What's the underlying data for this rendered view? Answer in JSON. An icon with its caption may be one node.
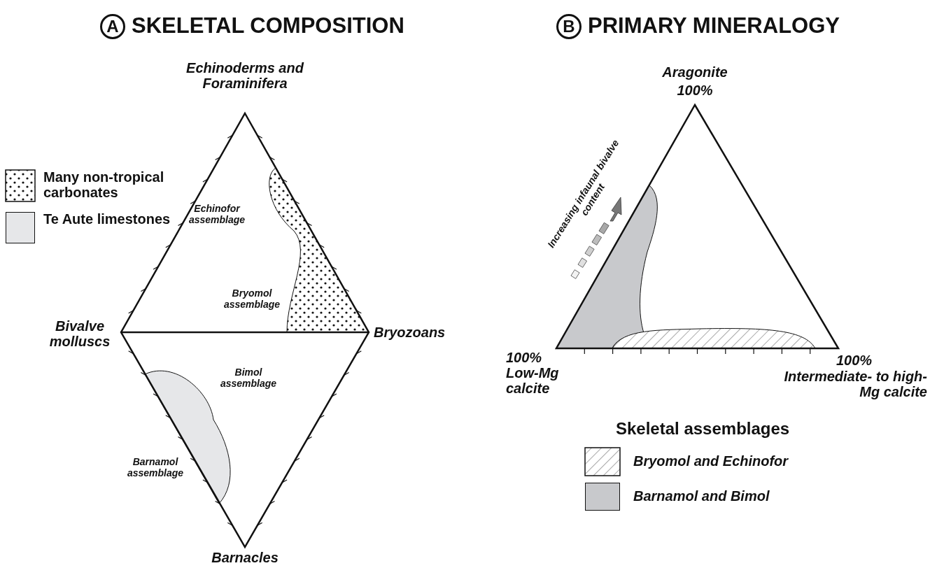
{
  "diagram": {
    "labels": [
      "A",
      "SKELETAL COMPOSITION",
      "Echinoderms and Foraminifera",
      "Bivalve molluscs",
      "Bryozoans",
      "Barnacles",
      "Echinofor assemblage",
      "Bryomol assemblage",
      "Bimol assemblage",
      "Barnamol assemblage",
      "B",
      "PRIMARY MINERALOGY",
      "Aragonite",
      "100%",
      "100%",
      "Low-Mg calcite",
      "100%",
      "Intermediate- to high-Mg calcite",
      "Increasing infaunal bivalve content",
      "Skeletal assemblages"
    ],
    "legend": [
      {
        "text": "Many non-tropical carbonates"
      },
      {
        "text": "Te Aute limestones",
        "color": "#e6e7e9"
      },
      {
        "text": "Bryomol and Echinofor"
      },
      {
        "text": "Barnamol and Bimol",
        "color": "#c8c9cc"
      }
    ]
  }
}
